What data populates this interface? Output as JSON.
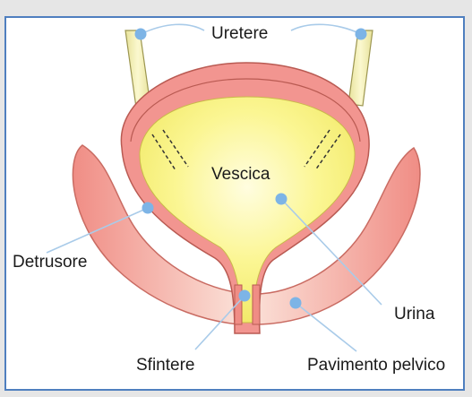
{
  "labels": {
    "ureters": "Uretere",
    "bladder": "Vescica",
    "detrusor": "Detrusore",
    "urine": "Urina",
    "sphincter": "Sfintere",
    "pelvic_floor": "Pavimento pelvico"
  },
  "colors": {
    "frame_border": "#4f7fbf",
    "marker": "#7db4e6",
    "leader": "#a9cbe9",
    "muscle": "#f29590",
    "urine": "#fbf58c",
    "ureter": "#f4efb5"
  }
}
